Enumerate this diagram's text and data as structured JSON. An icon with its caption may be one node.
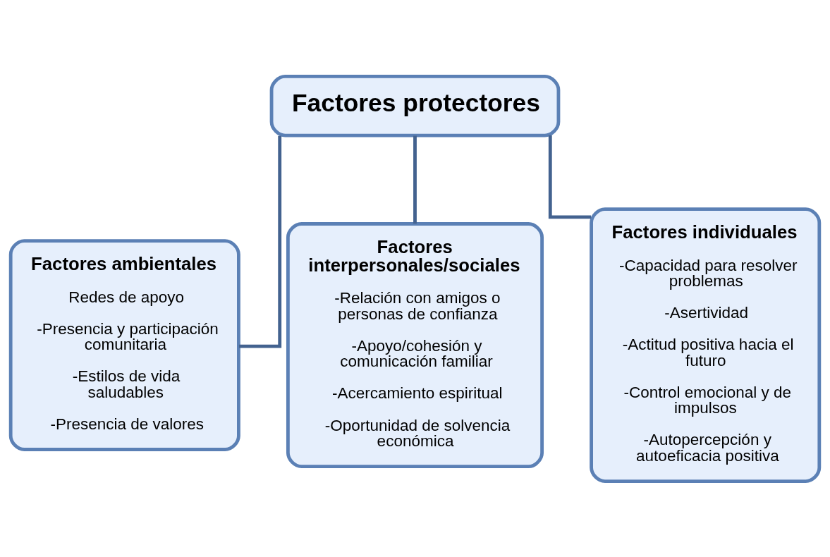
{
  "diagram": {
    "nodes": [
      {
        "text": [
          "Factores protectores"
        ]
      },
      {
        "text": [
          "Factores ambientales",
          "Redes de apoyo",
          "-Presencia y participación comunitaria",
          "-Estilos de vida saludables",
          "-Presencia de valores"
        ]
      },
      {
        "text": [
          "Factores interpersonales/sociales",
          "-Relación con amigos o personas de confianza",
          "-Apoyo/cohesión y comunicación familiar",
          "-Acercamiento espiritual",
          "-Oportunidad de solvencia económica"
        ]
      },
      {
        "text": [
          "Factores individuales",
          "-Capacidad para resolver problemas",
          "-Asertividad",
          "-Actitud positiva hacia el futuro",
          "-Control emocional y de impulsos",
          "-Autopercepción y autoeficacia positiva"
        ]
      }
    ],
    "edges": [
      {
        "from": 0,
        "to": 1,
        "arrow": "none"
      },
      {
        "from": 0,
        "to": 2,
        "arrow": "none"
      },
      {
        "from": 0,
        "to": 3,
        "arrow": "none"
      }
    ]
  }
}
